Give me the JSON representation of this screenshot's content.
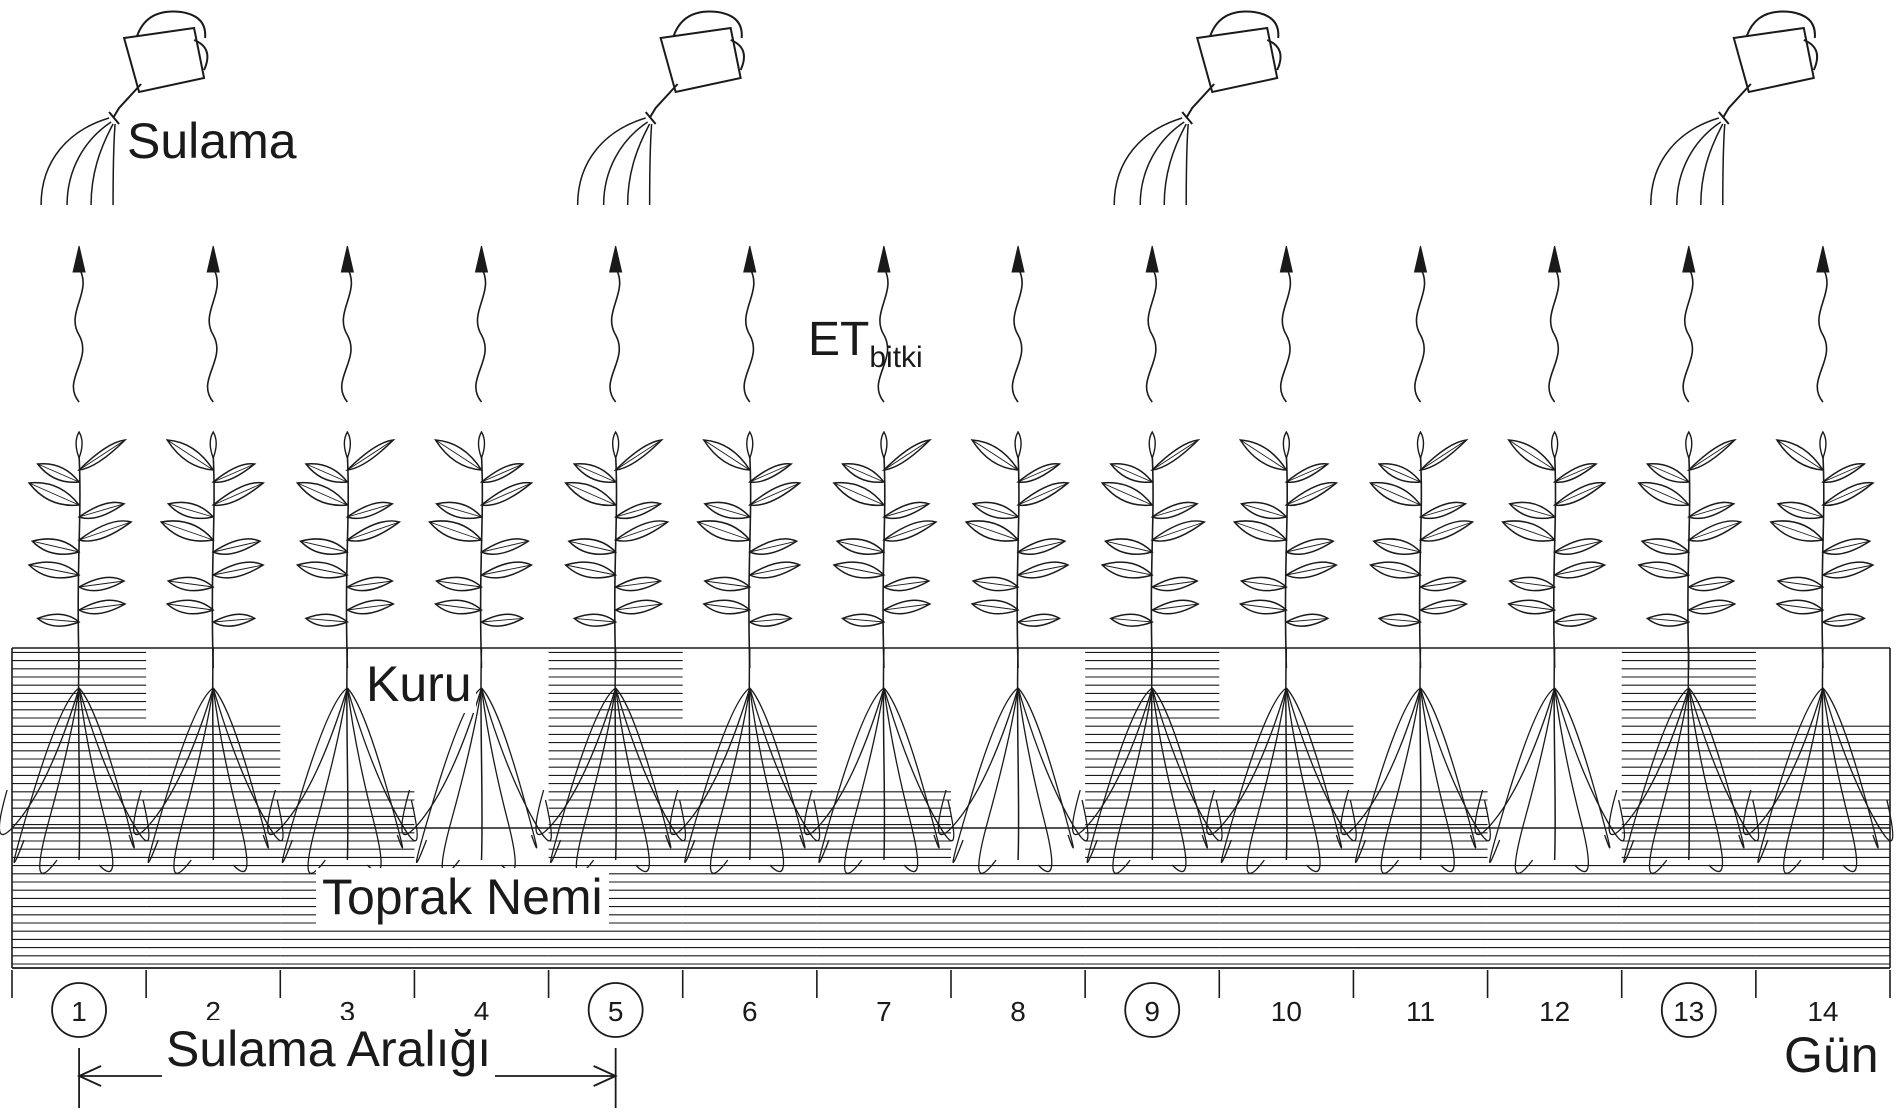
{
  "labels": {
    "irrigation": "Sulama",
    "et_main": "ET",
    "et_sub": "bitki",
    "dry": "Kuru",
    "soil_moisture": "Toprak Nemi",
    "irrigation_interval": "Sulama Aralığı",
    "day_unit": "Gün"
  },
  "days": [
    "1",
    "2",
    "3",
    "4",
    "5",
    "6",
    "7",
    "8",
    "9",
    "10",
    "11",
    "12",
    "13",
    "14"
  ],
  "irrigation_days": [
    "1",
    "5",
    "9",
    "13"
  ],
  "soil_moisture_level": [
    1.0,
    0.78,
    0.56,
    0.34,
    1.0,
    0.78,
    0.56,
    0.34,
    1.0,
    0.78,
    0.56,
    0.34,
    1.0,
    0.78
  ],
  "colors": {
    "ink": "#1a1a1a",
    "background": "#ffffff"
  },
  "icons": [
    "watering-can-icon",
    "evaporation-arrow-icon",
    "plant-icon"
  ]
}
